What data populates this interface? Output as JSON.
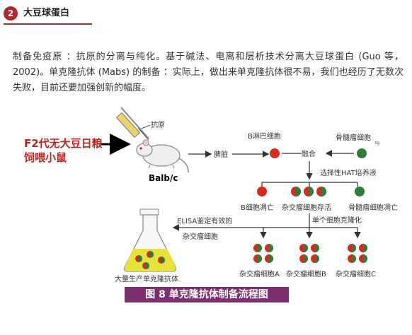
{
  "header": {
    "number": "2",
    "title": "大豆球蛋白"
  },
  "paragraph": "制备免疫原 ：抗原的分离与纯化。基于碱法、电离和层析技术分离大豆球蛋白 (Guo 等，2002)。单克隆抗体 (Mabs) 的制备 ：实际上，做出来单克隆抗体很不易，我们也经历了无数次失败，目前还要加强创新的幅度。",
  "figure": {
    "feed_label_1": "F2代无大豆日粮",
    "feed_label_2": "饲喂小鼠",
    "antigen": "抗原",
    "mouse": "Balb/c",
    "spleen": "脾脏",
    "b_cell": "B淋巴细胞",
    "myeloma": "骨髓瘤细胞",
    "myeloma_sup": "tg",
    "fusion": "融合",
    "selective": "选择性HAT培养液",
    "b_die": "B细胞凋亡",
    "hybrid_live": "杂交瘤细胞存活",
    "myeloma_die": "骨髓瘤细胞凋亡",
    "clone": "单个细胞克隆化",
    "elisa_1": "ELISA鉴定有效的",
    "elisa_2": "杂交瘤细胞",
    "mass": "大量生产单克隆抗体",
    "hyb_a": "杂交瘤细胞A",
    "hyb_b": "杂交瘤细胞B",
    "hyb_c": "杂交瘤细胞C",
    "caption": "图 8   单克隆抗体制备流程图"
  },
  "colors": {
    "accent": "#b3262b",
    "caption_bg": "#7b2f6e",
    "red_cell": "#d9291c",
    "green_cell": "#2e7d3a",
    "flask_liquid": "#e6e23a"
  }
}
